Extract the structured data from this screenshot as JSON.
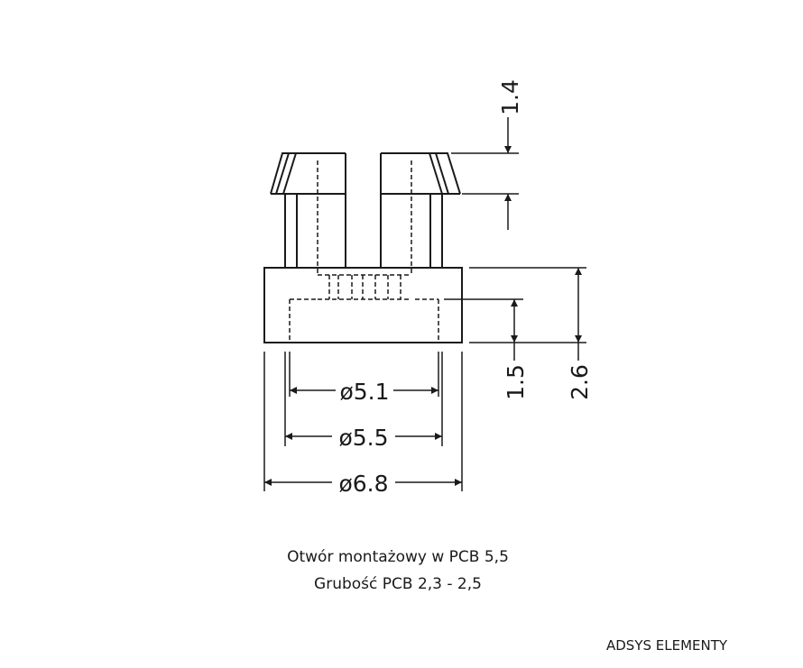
{
  "dimensions": {
    "top_gap": "1.4",
    "pcb_depth": "1.5",
    "total_height": "2.6",
    "inner_diameter": "ø5.1",
    "hole_diameter": "ø5.5",
    "outer_diameter": "ø6.8"
  },
  "caption": {
    "line1": "Otwór montażowy w PCB  5,5",
    "line2": "Grubość PCB 2,3 - 2,5"
  },
  "brand": "ADSYS ELEMENTY",
  "colors": {
    "line": "#1a1a1a",
    "background": "#ffffff"
  }
}
